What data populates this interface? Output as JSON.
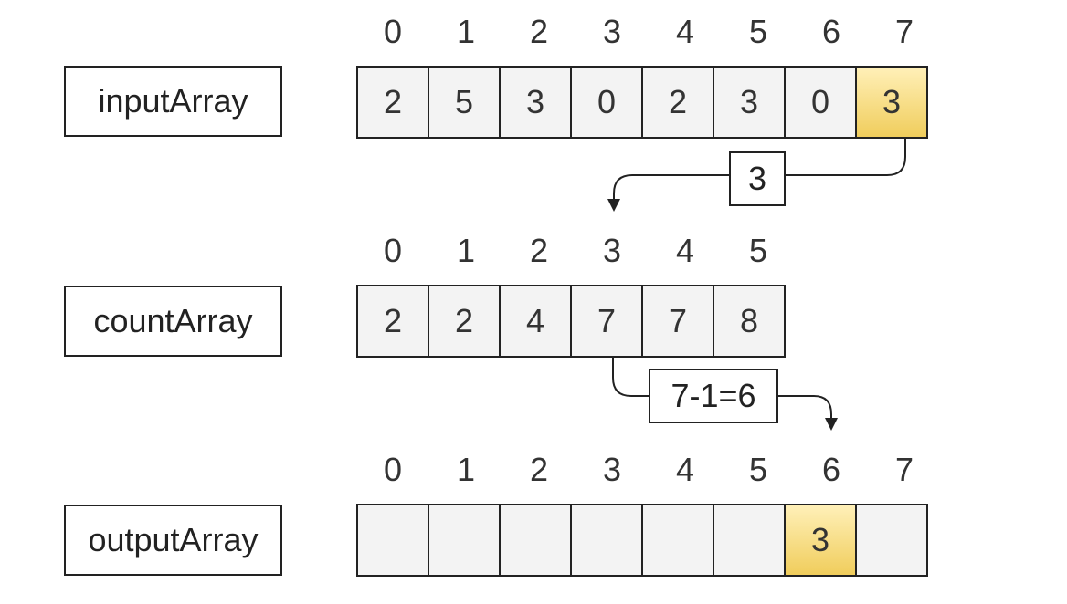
{
  "diagram": {
    "input": {
      "label": "inputArray",
      "indices": [
        "0",
        "1",
        "2",
        "3",
        "4",
        "5",
        "6",
        "7"
      ],
      "cells": [
        {
          "value": "2",
          "highlight": false
        },
        {
          "value": "5",
          "highlight": false
        },
        {
          "value": "3",
          "highlight": false
        },
        {
          "value": "0",
          "highlight": false
        },
        {
          "value": "2",
          "highlight": false
        },
        {
          "value": "3",
          "highlight": false
        },
        {
          "value": "0",
          "highlight": false
        },
        {
          "value": "3",
          "highlight": true
        }
      ]
    },
    "count": {
      "label": "countArray",
      "indices": [
        "0",
        "1",
        "2",
        "3",
        "4",
        "5"
      ],
      "cells": [
        {
          "value": "2",
          "highlight": false
        },
        {
          "value": "2",
          "highlight": false
        },
        {
          "value": "4",
          "highlight": false
        },
        {
          "value": "7",
          "highlight": false
        },
        {
          "value": "7",
          "highlight": false
        },
        {
          "value": "8",
          "highlight": false
        }
      ]
    },
    "output": {
      "label": "outputArray",
      "indices": [
        "0",
        "1",
        "2",
        "3",
        "4",
        "5",
        "6",
        "7"
      ],
      "cells": [
        {
          "value": "",
          "highlight": false
        },
        {
          "value": "",
          "highlight": false
        },
        {
          "value": "",
          "highlight": false
        },
        {
          "value": "",
          "highlight": false
        },
        {
          "value": "",
          "highlight": false
        },
        {
          "value": "",
          "highlight": false
        },
        {
          "value": "3",
          "highlight": true
        },
        {
          "value": "",
          "highlight": false
        }
      ]
    },
    "arrow1_label": "3",
    "arrow2_label": "7-1=6",
    "colors": {
      "highlight_top": "#fff0b8",
      "highlight_bottom": "#f0cd5c",
      "cell_fill": "#f3f3f3",
      "border": "#222222"
    }
  }
}
